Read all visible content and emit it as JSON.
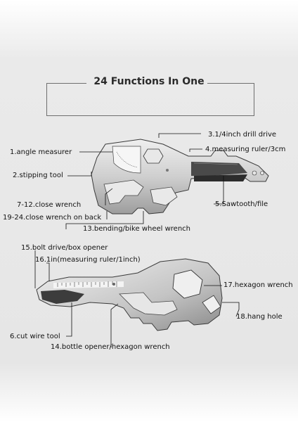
{
  "title": "24 Functions In One",
  "labels": {
    "drill_drive": "3.1/4inch drill drive",
    "angle_measurer": "1.angle measurer",
    "measuring_ruler_cm": "4.measuring ruler/3cm",
    "stipping_tool": "2.stipping tool",
    "sawtooth_file": "5.Sawtooth/file",
    "close_wrench": "7-12.close wrench",
    "close_wrench_back": "19-24.close wrench on back",
    "bending_wrench": "13.bending/bike wheel wrench",
    "bolt_drive": "15.bolt drive/box opener",
    "measuring_ruler_inch": "16.1in(measuring ruler/1inch)",
    "hexagon_wrench": "17.hexagon wrench",
    "hang_hole": "18.hang hole",
    "cut_wire_tool": "6.cut wire tool",
    "bottle_opener": "14.bottle opener/hexagon wrench"
  },
  "colors": {
    "metal_light": "#d9d9d9",
    "metal_mid": "#b5b5b5",
    "metal_dark": "#5a5a5a",
    "line": "#111111"
  },
  "icons": [
    "key-tool-top",
    "key-tool-bottom"
  ]
}
